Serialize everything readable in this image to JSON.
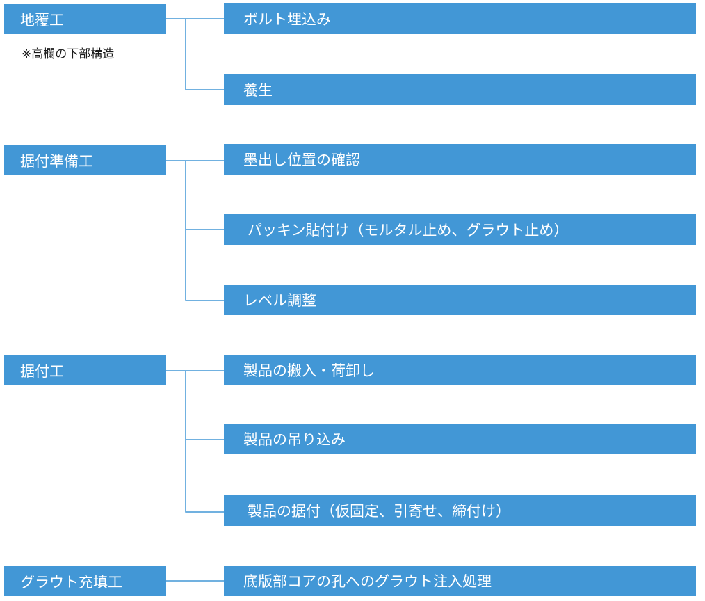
{
  "groups": [
    {
      "label": "地覆工",
      "note": "※高欄の下部構造",
      "tasks": [
        "ボルト埋込み",
        "養生"
      ]
    },
    {
      "label": "据付準備工",
      "tasks": [
        "墨出し位置の確認",
        "パッキン貼付け（モルタル止め、グラウト止め）",
        "レベル調整"
      ]
    },
    {
      "label": "据付工",
      "tasks": [
        "製品の搬入・荷卸し",
        "製品の吊り込み",
        "製品の据付（仮固定、引寄せ、締付け）"
      ]
    },
    {
      "label": "グラウト充填工",
      "tasks": [
        "底版部コアの孔へのグラウト注入処理"
      ]
    }
  ],
  "colors": {
    "box": "#4297d6",
    "connector": "#4297d6",
    "box_text": "#ffffff"
  }
}
